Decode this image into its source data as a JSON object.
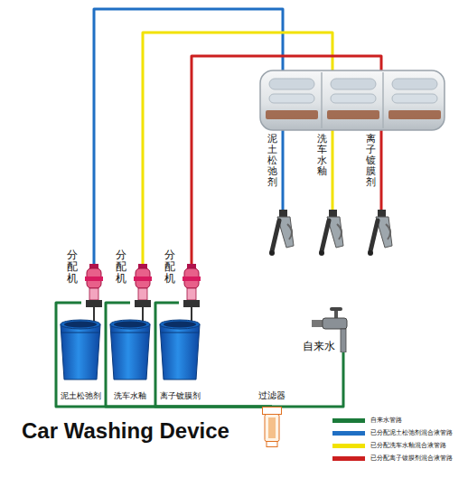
{
  "diagram": {
    "title": "Car Washing Device",
    "nodes": [
      {
        "text": [
          "泥土松弛剂"
        ]
      },
      {
        "text": [
          "洗车水釉"
        ]
      },
      {
        "text": [
          "离子镀膜剂"
        ]
      },
      {
        "text": [
          "分配机"
        ]
      },
      {
        "text": [
          "分配机"
        ]
      },
      {
        "text": [
          "分配机"
        ]
      },
      {
        "text": [
          "自来水"
        ]
      },
      {
        "text": [
          "泥土松弛剂"
        ]
      },
      {
        "text": [
          "洗车水釉"
        ]
      },
      {
        "text": [
          "离子镀膜剂"
        ]
      },
      {
        "text": [
          "过滤器"
        ]
      }
    ],
    "edges": [
      {
        "from": 3,
        "to": 0,
        "arrow": "none"
      },
      {
        "from": 4,
        "to": 1,
        "arrow": "none"
      },
      {
        "from": 5,
        "to": 2,
        "arrow": "none"
      },
      {
        "from": 6,
        "to": 10,
        "arrow": "none"
      },
      {
        "from": 10,
        "to": 3,
        "arrow": "none"
      },
      {
        "from": 10,
        "to": 4,
        "arrow": "none"
      },
      {
        "from": 10,
        "to": 5,
        "arrow": "none"
      }
    ],
    "legend": [
      {
        "text": "自来水管路",
        "color": "#1b7a3a"
      },
      {
        "text": "已分配泥土松弛剂混合液管路",
        "color": "#1f6fc4"
      },
      {
        "text": "已分配洗车水釉混合液管路",
        "color": "#f2e200"
      },
      {
        "text": "已分配离子镀膜剂混合液管路",
        "color": "#cc1f1f"
      }
    ]
  }
}
